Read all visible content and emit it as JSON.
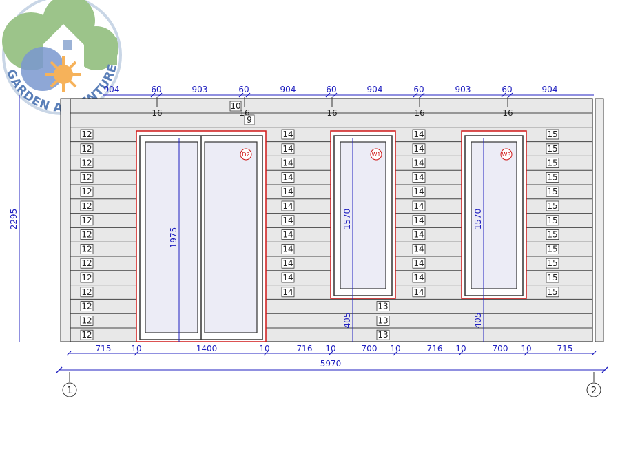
{
  "logo": {
    "text": "GARDEN ADVENTURE"
  },
  "top_dims": [
    "904",
    "60",
    "903",
    "60",
    "904",
    "60",
    "904",
    "60",
    "903",
    "60",
    "904"
  ],
  "ridge_labels": [
    "16",
    "16",
    "16",
    "16",
    "16"
  ],
  "ridge_extra": [
    "10",
    "9"
  ],
  "height_dim": "2295",
  "column_labels": {
    "col_a": "12",
    "col_b": "14",
    "col_c": "14",
    "col_d": "15",
    "under_w1": "13"
  },
  "openings": [
    {
      "tag": "D2",
      "height": "1975"
    },
    {
      "tag": "W1",
      "height": "1570",
      "sill": "405"
    },
    {
      "tag": "W3",
      "height": "1570",
      "sill": "405"
    }
  ],
  "bottom_dims": [
    "715",
    "10",
    "1400",
    "10",
    "716",
    "10",
    "700",
    "10",
    "716",
    "10",
    "700",
    "10",
    "715"
  ],
  "total_width": "5970",
  "axis_labels": [
    "1",
    "2"
  ],
  "colors": {
    "dimension": "#2020c0",
    "opening": "#d01818",
    "logo_green": "#8fbf7a",
    "logo_blue": "#6a8fcf",
    "logo_orange": "#f5a84a"
  }
}
